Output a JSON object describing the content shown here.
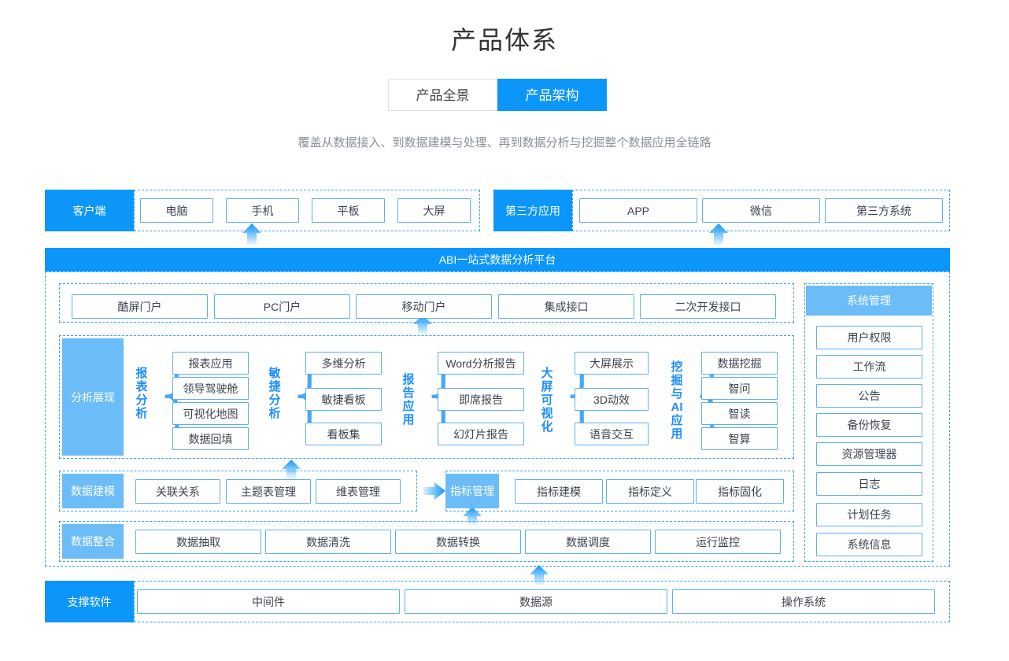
{
  "header": {
    "title": "产品体系",
    "tabs": [
      {
        "label": "产品全景",
        "active": false
      },
      {
        "label": "产品架构",
        "active": true
      }
    ],
    "subtitle": "覆盖从数据接入、到数据建模与处理、再到数据分析与挖掘整个数据应用全链路"
  },
  "colors": {
    "accent": "#0d96fa",
    "accent_light": "#6bbcf7",
    "border": "#5eaef5",
    "dashed": "#3aa0f3",
    "text": "#3c4350"
  },
  "architecture": {
    "client": {
      "label": "客户端",
      "items": [
        "电脑",
        "手机",
        "平板",
        "大屏"
      ]
    },
    "third_party": {
      "label": "第三方应用",
      "items": [
        "APP",
        "微信",
        "第三方系统"
      ]
    },
    "platform": {
      "title": "ABI一站式数据分析平台",
      "portals": [
        "酷屏门户",
        "PC门户",
        "移动门户",
        "集成接口",
        "二次开发接口"
      ],
      "analysis": {
        "label": "分析展现",
        "groups": [
          {
            "name": "报表分析",
            "items": [
              "报表应用",
              "领导驾驶舱",
              "可视化地图",
              "数据回填"
            ]
          },
          {
            "name": "敏捷分析",
            "items": [
              "多维分析",
              "敏捷看板",
              "看板集"
            ]
          },
          {
            "name": "报告应用",
            "items": [
              "Word分析报告",
              "即席报告",
              "幻灯片报告"
            ]
          },
          {
            "name": "大屏可视化",
            "items": [
              "大屏展示",
              "3D动效",
              "语音交互"
            ]
          },
          {
            "name": "挖掘与AI应用",
            "items": [
              "数据挖掘",
              "智问",
              "智读",
              "智算"
            ]
          }
        ]
      },
      "modeling": {
        "label": "数据建模",
        "items": [
          "关联关系",
          "主题表管理",
          "维表管理"
        ],
        "hub": "指标管理",
        "metric_items": [
          "指标建模",
          "指标定义",
          "指标固化"
        ]
      },
      "integration": {
        "label": "数据整合",
        "items": [
          "数据抽取",
          "数据清洗",
          "数据转换",
          "数据调度",
          "运行监控"
        ]
      },
      "system": {
        "label": "系统管理",
        "items": [
          "用户权限",
          "工作流",
          "公告",
          "备份恢复",
          "资源管理器",
          "日志",
          "计划任务",
          "系统信息"
        ]
      }
    },
    "support": {
      "label": "支撑软件",
      "items": [
        "中间件",
        "数据源",
        "操作系统"
      ]
    }
  }
}
